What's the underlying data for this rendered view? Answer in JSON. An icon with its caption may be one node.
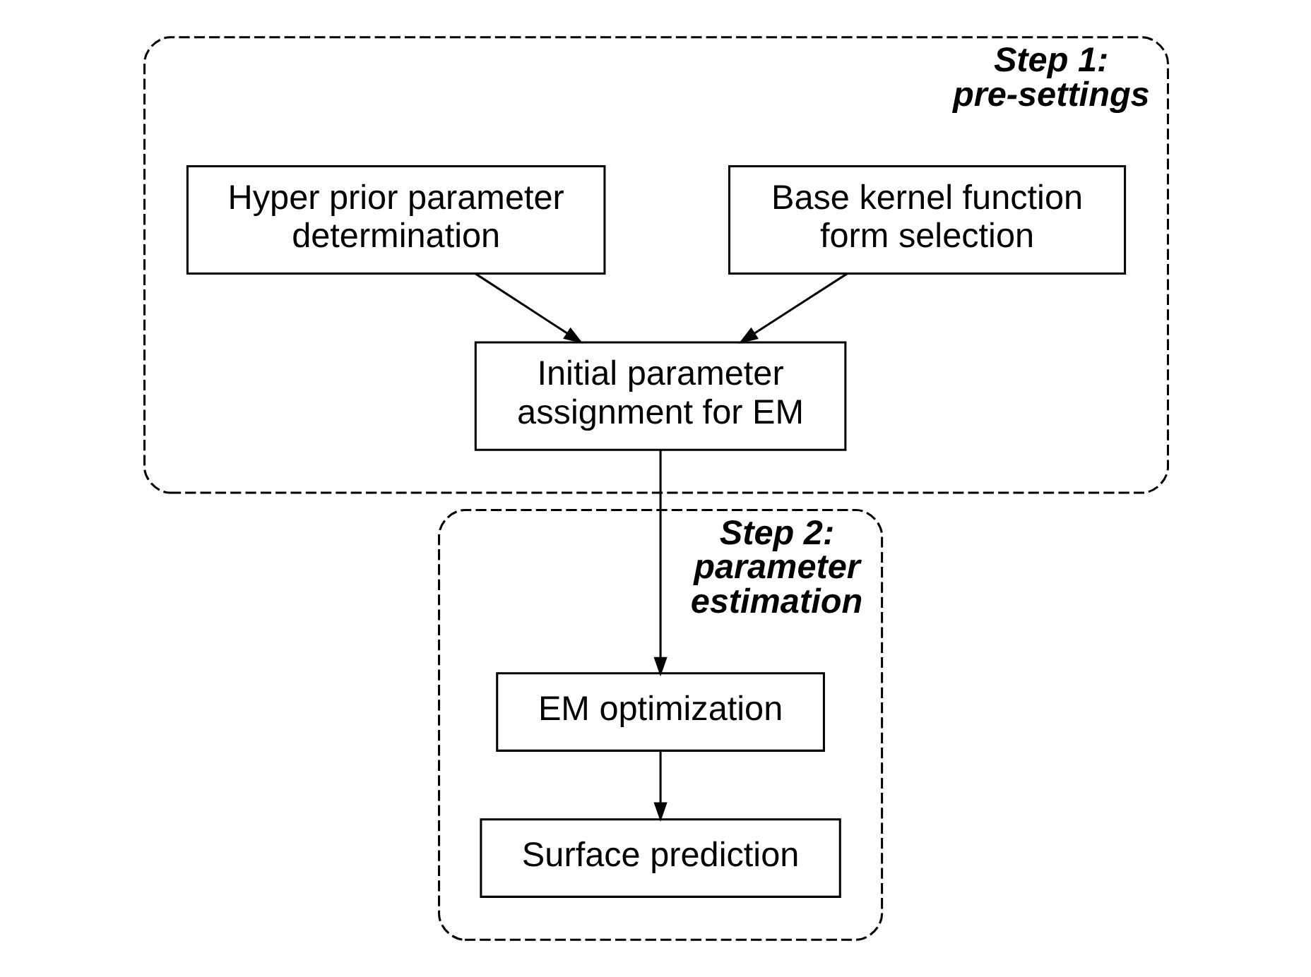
{
  "diagram": {
    "nodes": [
      {
        "text": [
          "Step 1: pre-settings"
        ]
      },
      {
        "text": [
          "Hyper prior parameter determination"
        ],
        "in": 0
      },
      {
        "text": [
          "Base kernel function form selection"
        ],
        "in": 0
      },
      {
        "text": [
          "Initial parameter assignment for EM"
        ],
        "in": 0
      },
      {
        "text": [
          "Step 2: parameter estimation"
        ]
      },
      {
        "text": [
          "EM optimization"
        ],
        "in": 4
      },
      {
        "text": [
          "Surface prediction"
        ],
        "in": 4
      }
    ],
    "edges": [
      {
        "from": 1,
        "to": 3,
        "arrow": "to"
      },
      {
        "from": 2,
        "to": 3,
        "arrow": "to"
      },
      {
        "from": 3,
        "to": 5,
        "arrow": "to"
      },
      {
        "from": 5,
        "to": 6,
        "arrow": "to"
      }
    ]
  }
}
